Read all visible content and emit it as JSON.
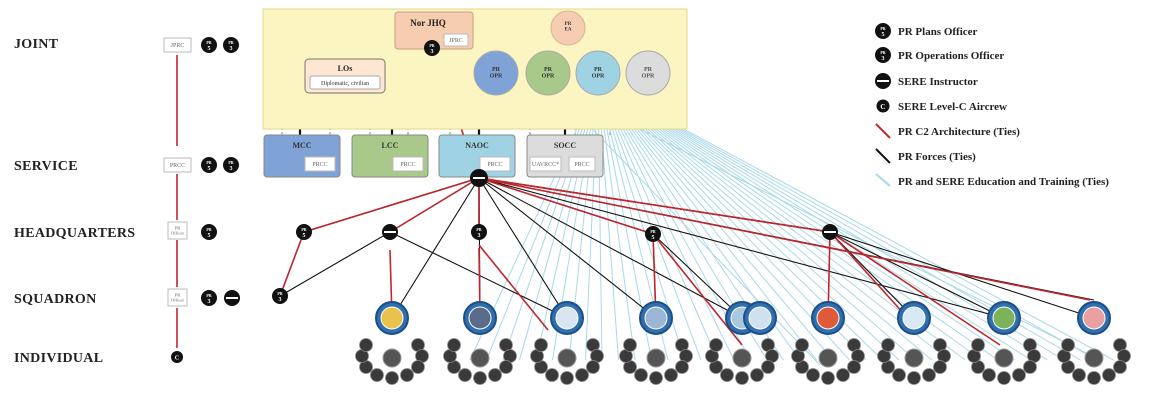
{
  "levels": [
    "JOINT",
    "SERVICE",
    "HEADQUARTERS",
    "SQUADRON",
    "INDIVIDUAL"
  ],
  "left_boxes": {
    "joint": "JPRC",
    "service": "PRCC",
    "headquarters": "PR\nOfficer",
    "squadron": "PR\nOfficer"
  },
  "top": {
    "jhq": "Nor JHQ",
    "jprc": "JPRC",
    "pr_ea": "PR\nEA",
    "los_title": "LOs",
    "los_sub": "Diplomatic, civilian",
    "opr": "PR\nOPR"
  },
  "components": [
    {
      "name": "MCC",
      "sub": "PRCC",
      "color": "#7fa3d6"
    },
    {
      "name": "LCC",
      "sub": "PRCC",
      "color": "#a9c98a"
    },
    {
      "name": "NAOC",
      "sub": "PRCC",
      "color": "#9fd3e3"
    },
    {
      "name": "SOCC",
      "sub": "UAVRCC*",
      "sub2": "PRCC",
      "color": "#dcdcdc"
    }
  ],
  "opr_colors": [
    "#7fa3d6",
    "#a9c98a",
    "#9fd3e3",
    "#dcdcdc"
  ],
  "marker_labels": {
    "pr": "PR",
    "plans": "5",
    "ops": "3",
    "aircrew": "C"
  },
  "legend": [
    {
      "icon": "plans",
      "text": "PR Plans Officer"
    },
    {
      "icon": "ops",
      "text": "PR Operations Officer"
    },
    {
      "icon": "sere",
      "text": "SERE Instructor"
    },
    {
      "icon": "aircrew",
      "text": "SERE Level-C Aircrew"
    },
    {
      "icon": "red-line",
      "text": "PR C2 Architecture (Ties)"
    },
    {
      "icon": "black-line",
      "text": "PR Forces (Ties)"
    },
    {
      "icon": "blue-line",
      "text": "PR and SERE Education and Training (Ties)"
    }
  ],
  "colors": {
    "red": "#c0272d",
    "black": "#111111",
    "blue": "#a8d8ea",
    "jhq_bg": "#fbf5c2",
    "jhq_box": "#f6cdb0"
  }
}
